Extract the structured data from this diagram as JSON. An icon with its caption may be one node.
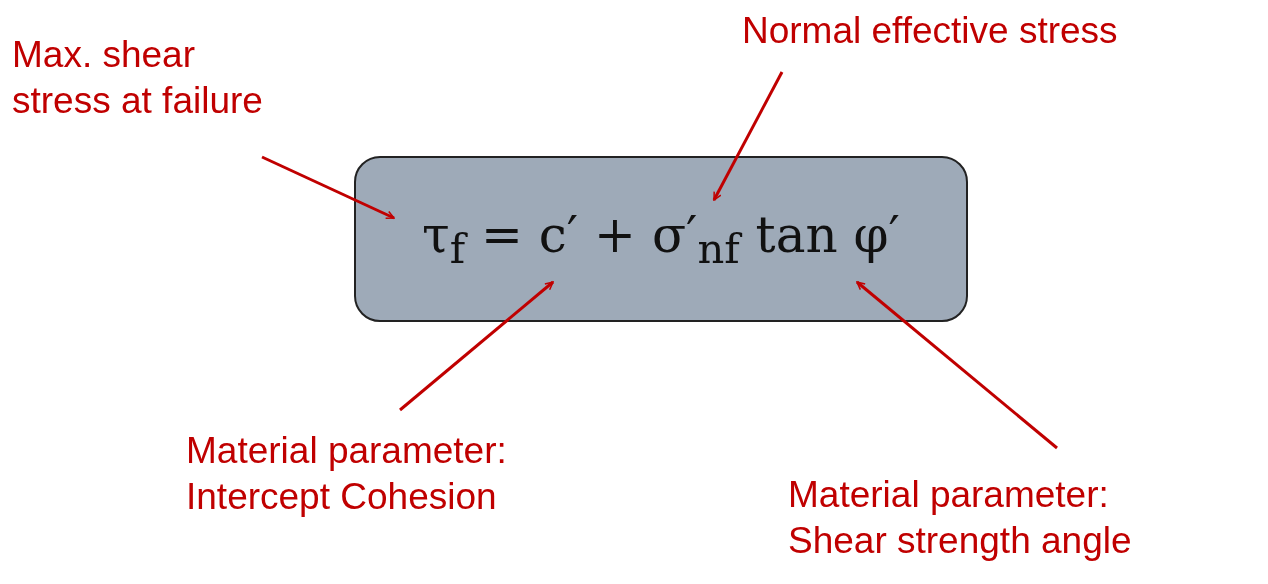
{
  "diagram": {
    "nodes": [
      {
        "text": [
          "Max. shear stress at failure"
        ]
      },
      {
        "text": [
          "Normal effective stress"
        ]
      },
      {
        "text": [
          "τ$_{f}$ = c′ + σ′$_{nf}$ tan φ′"
        ]
      },
      {
        "text": [
          "Material parameter: Intercept Cohesion"
        ]
      },
      {
        "text": [
          "Material parameter: Shear strength angle"
        ]
      }
    ],
    "edges": [
      {
        "from": 0,
        "to": 2,
        "arrow": "to"
      },
      {
        "from": 1,
        "to": 2,
        "arrow": "to"
      },
      {
        "from": 3,
        "to": 2,
        "arrow": "to"
      },
      {
        "from": 4,
        "to": 2,
        "arrow": "to"
      }
    ]
  }
}
